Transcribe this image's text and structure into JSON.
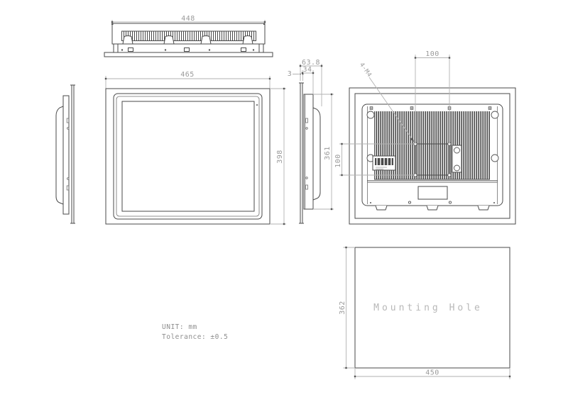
{
  "views": {
    "top": {
      "width_dim": "448"
    },
    "front": {
      "width_dim": "465",
      "height_dim": "398",
      "bezel_thickness_dim": "3"
    },
    "side": {
      "total_depth_dim": "63.8",
      "rear_depth_dim": "34",
      "body_height_dim": "361"
    },
    "rear": {
      "vesa_width_dim": "100",
      "vesa_height_dim": "100",
      "mount_screws_label": "4-M4"
    },
    "mounting_hole": {
      "title": "Mounting Hole",
      "cutout_width_dim": "450",
      "cutout_height_dim": "362"
    }
  },
  "notes": {
    "unit": "UNIT: mm",
    "tolerance": "Tolerance: ±0.5"
  },
  "colors": {
    "outline": "#4a4a4a",
    "dim_line": "#b2b2b2",
    "dim_text": "#9a9a9a",
    "faint_text": "#b8b8b8",
    "background": "#ffffff"
  }
}
